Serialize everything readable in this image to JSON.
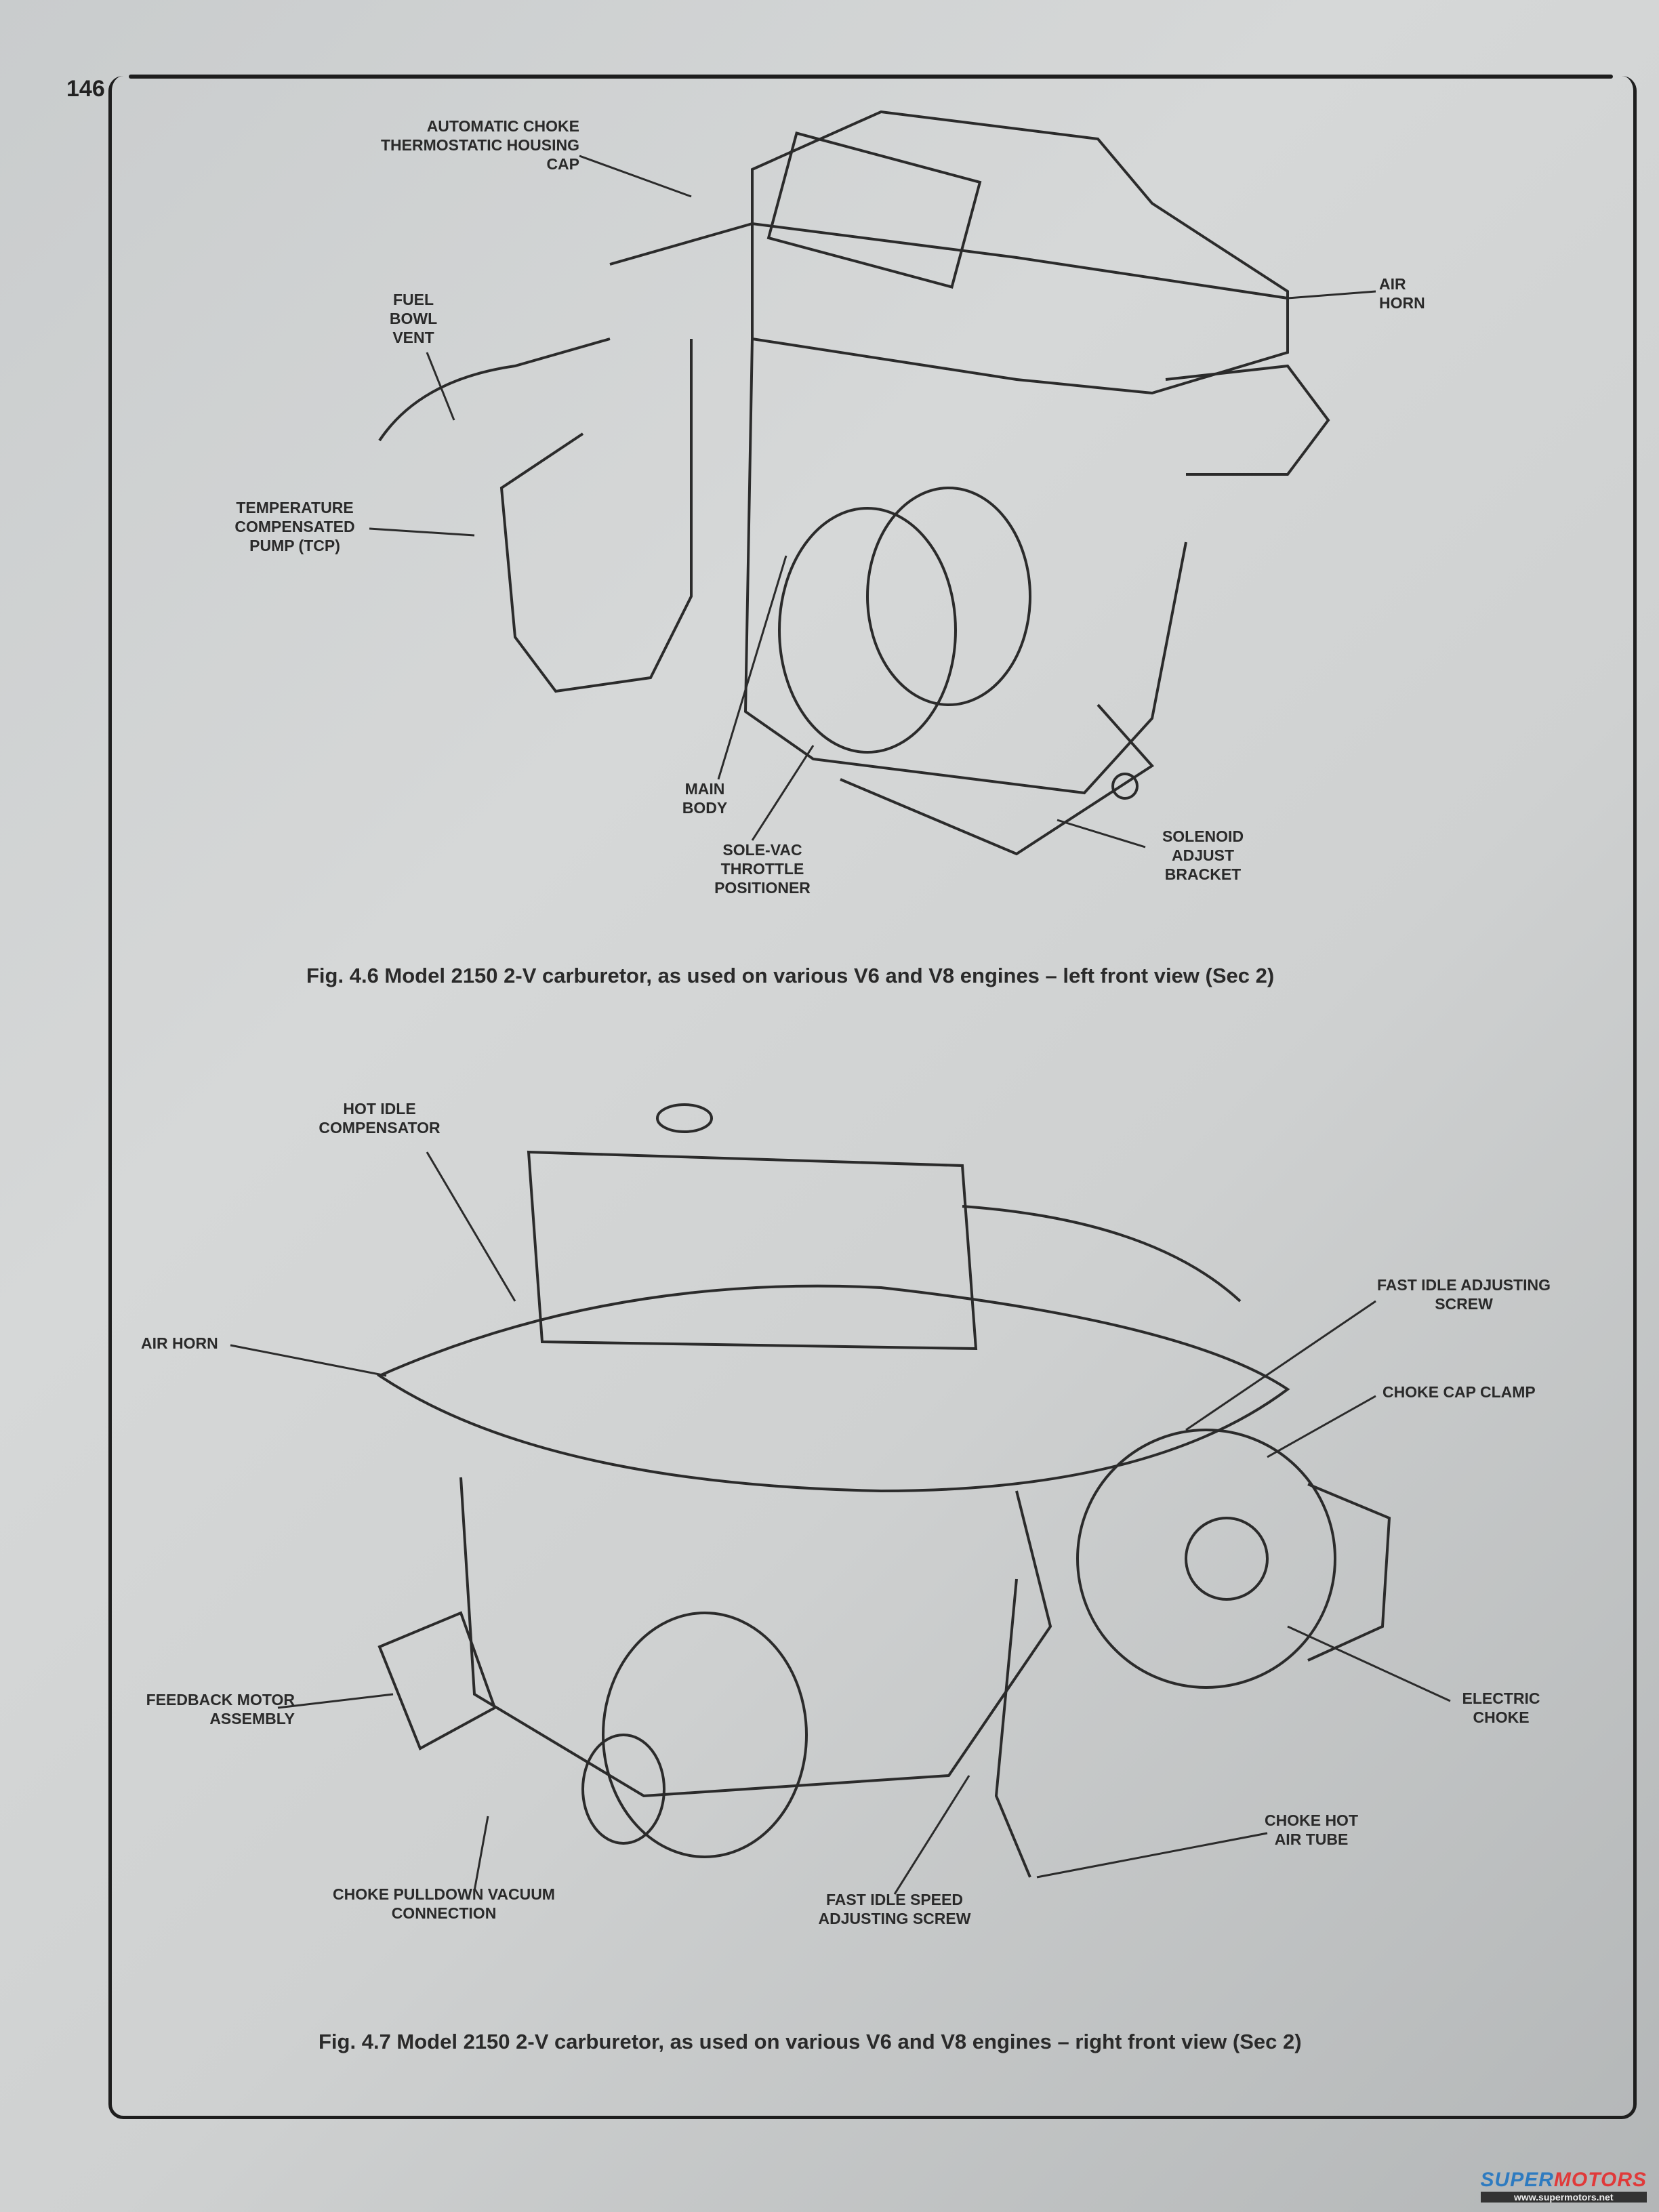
{
  "page_number": "146",
  "figure1": {
    "caption": "Fig. 4.6 Model 2150 2-V carburetor, as used on various V6 and V8 engines – left front view (Sec 2)",
    "labels": {
      "choke_cap": "Automatic choke thermostatic housing cap",
      "fuel_bowl_vent": "Fuel bowl vent",
      "tcp": "Temperature compensated pump (TCP)",
      "air_horn": "Air horn",
      "main_body": "Main body",
      "sole_vac": "Sole-vac throttle positioner",
      "solenoid_bracket": "Solenoid adjust bracket"
    }
  },
  "figure2": {
    "caption": "Fig. 4.7 Model 2150 2-V carburetor, as used on various V6 and V8 engines – right front view (Sec 2)",
    "labels": {
      "hot_idle": "Hot idle compensator",
      "air_horn": "Air horn",
      "fast_idle_screw": "Fast idle adjusting screw",
      "choke_cap_clamp": "Choke cap clamp",
      "feedback_motor": "Feedback motor assembly",
      "electric_choke": "Electric choke",
      "choke_hot_air": "Choke hot air tube",
      "choke_pulldown": "Choke pulldown vacuum connection",
      "fast_idle_speed": "Fast idle speed adjusting screw"
    }
  },
  "watermark": {
    "brand_a": "SUPER",
    "brand_b": "MOTORS",
    "url": "www.supermotors.net"
  }
}
